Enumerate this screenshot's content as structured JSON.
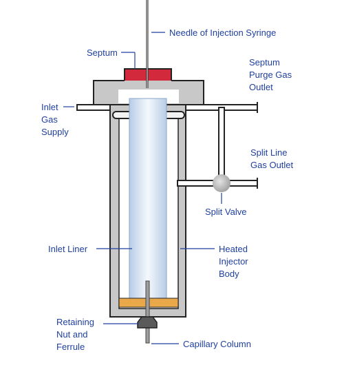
{
  "labels": {
    "needle": "Needle of Injection Syringe",
    "septum": "Septum",
    "septum_purge": [
      "Septum",
      "Purge Gas",
      "Outlet"
    ],
    "inlet_gas": [
      "Inlet",
      "Gas",
      "Supply"
    ],
    "split_line": [
      "Split Line",
      "Gas Outlet"
    ],
    "split_valve": "Split Valve",
    "inlet_liner": "Inlet Liner",
    "heated_body": [
      "Heated",
      "Injector",
      "Body"
    ],
    "retaining_nut": [
      "Retaining",
      "Nut and",
      "Ferrule"
    ],
    "capillary_column": "Capillary Column"
  },
  "colors": {
    "label_text": "#1f3f9f",
    "body_wall": "#c8c8c8",
    "septum": "#d22a3c",
    "liner": "#c6d7ec",
    "packing": "#e9a84a",
    "valve": "#b9b9b9"
  }
}
